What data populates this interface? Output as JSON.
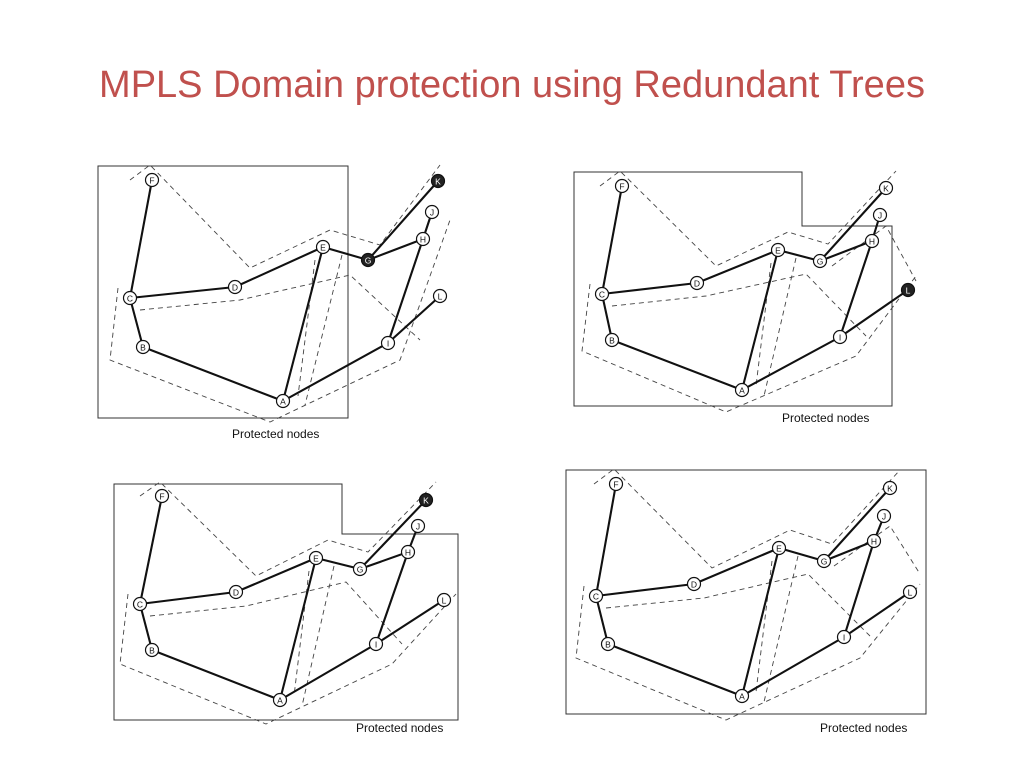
{
  "title": "MPLS Domain protection using Redundant Trees",
  "diagrams": [
    {
      "caption": "Protected nodes",
      "dark_nodes": [
        "K",
        "G"
      ],
      "nodes": [
        "A",
        "B",
        "C",
        "D",
        "E",
        "F",
        "G",
        "H",
        "I",
        "J",
        "K",
        "L"
      ]
    },
    {
      "caption": "Protected nodes",
      "dark_nodes": [
        "L"
      ],
      "nodes": [
        "A",
        "B",
        "C",
        "D",
        "E",
        "F",
        "G",
        "H",
        "I",
        "J",
        "K",
        "L"
      ]
    },
    {
      "caption": "Protected nodes",
      "dark_nodes": [
        "K"
      ],
      "nodes": [
        "A",
        "B",
        "C",
        "D",
        "E",
        "F",
        "G",
        "H",
        "I",
        "J",
        "K",
        "L"
      ]
    },
    {
      "caption": "Protected nodes",
      "dark_nodes": [],
      "nodes": [
        "A",
        "B",
        "C",
        "D",
        "E",
        "F",
        "G",
        "H",
        "I",
        "J",
        "K",
        "L"
      ]
    }
  ]
}
